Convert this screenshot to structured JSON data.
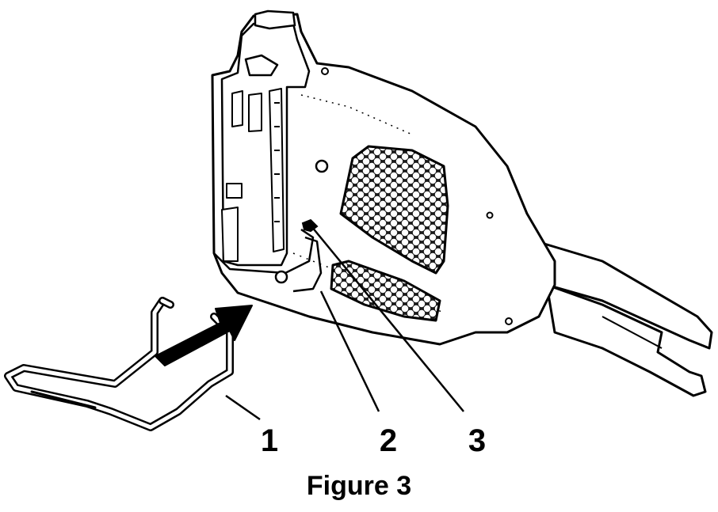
{
  "figure": {
    "caption": "Figure 3",
    "callouts": [
      {
        "id": "1",
        "label": "1"
      },
      {
        "id": "2",
        "label": "2"
      },
      {
        "id": "3",
        "label": "3"
      }
    ]
  },
  "colors": {
    "ink": "#000000",
    "paper": "#ffffff"
  }
}
